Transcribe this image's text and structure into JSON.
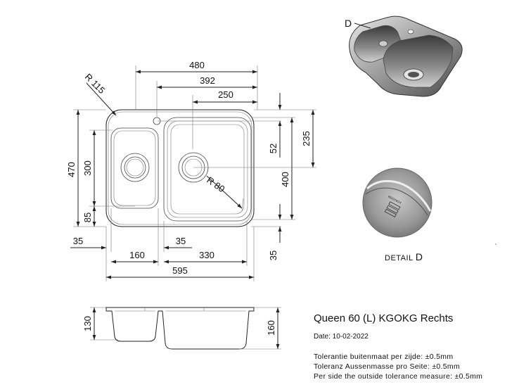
{
  "title": "Queen 60 (L) KGOKG Rechts",
  "date": "Date: 10-02-2022",
  "tolerances": [
    "Tolerantie buitenmaat per zijde: ±0.5mm",
    "Toleranz Aussenmasse pro Seite: ±0.5mm",
    "Per side the outside tolerance measure: ±0.5mm"
  ],
  "detail_prefix": "DETAIL",
  "detail_letter": "D",
  "detail_marker": "D",
  "dimensions": {
    "overall_width": "480",
    "width_392": "392",
    "width_250": "250",
    "radius_corner": "R 115",
    "height_470": "470",
    "height_300": "300",
    "height_85": "85",
    "right_52": "52",
    "right_235": "235",
    "right_400": "400",
    "right_35": "35",
    "bottom_35_left": "35",
    "bottom_35_mid": "35",
    "bottom_160": "160",
    "bottom_330": "330",
    "bottom_595": "595",
    "radius_bowl": "R 80",
    "side_130": "130",
    "side_160": "160"
  },
  "brand_mark": "REGINOX"
}
